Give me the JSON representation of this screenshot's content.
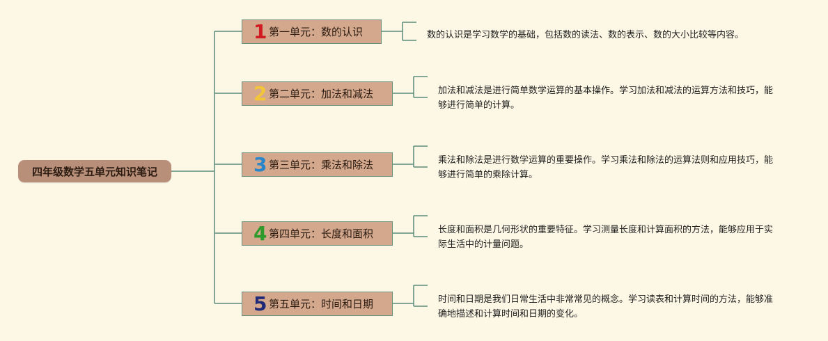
{
  "root": {
    "title": "四年级数学五单元知识笔记"
  },
  "colors": {
    "background": "#fdf8e6",
    "line": "#5c8a7a",
    "node_fill": "#d3a88d",
    "root_fill": "#b8907a"
  },
  "units": [
    {
      "number": "1",
      "number_color": "#d01c22",
      "label": "第一单元：数的认识",
      "description": "数的认识是学习数学的基础，包括数的读法、数的表示、数的大小比较等内容。"
    },
    {
      "number": "2",
      "number_color": "#f3c63a",
      "label": "第二单元：加法和减法",
      "description": "加法和减法是进行简单数学运算的基本操作。学习加法和减法的运算方法和技巧，能够进行简单的计算。"
    },
    {
      "number": "3",
      "number_color": "#2a86c8",
      "label": "第三单元：乘法和除法",
      "description": "乘法和除法是进行数学运算的重要操作。学习乘法和除法的运算法则和应用技巧，能够进行简单的乘除计算。"
    },
    {
      "number": "4",
      "number_color": "#2f9a2c",
      "label": "第四单元：长度和面积",
      "description": "长度和面积是几何形状的重要特征。学习测量长度和计算面积的方法，能够应用于实际生活中的计量问题。"
    },
    {
      "number": "5",
      "number_color": "#222a78",
      "label": "第五单元：时间和日期",
      "description": "时间和日期是我们日常生活中非常常见的概念。学习读表和计算时间的方法，能够准确地描述和计算时间和日期的变化。"
    }
  ]
}
